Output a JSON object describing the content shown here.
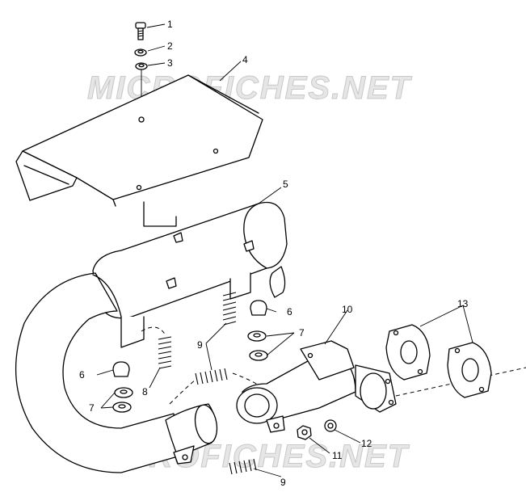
{
  "watermark": {
    "top": "MICROFICHES.NET",
    "bottom": "MICROFICHES.NET"
  },
  "callouts": {
    "c1": "1",
    "c2": "2",
    "c3": "3",
    "c4": "4",
    "c5": "5",
    "c6a": "6",
    "c6b": "6",
    "c7a": "7",
    "c7b": "7",
    "c8": "8",
    "c9a": "9",
    "c9b": "9",
    "c10": "10",
    "c11": "11",
    "c12": "12",
    "c13": "13"
  },
  "colors": {
    "line": "#000000",
    "watermark": "#c8c8c8"
  }
}
